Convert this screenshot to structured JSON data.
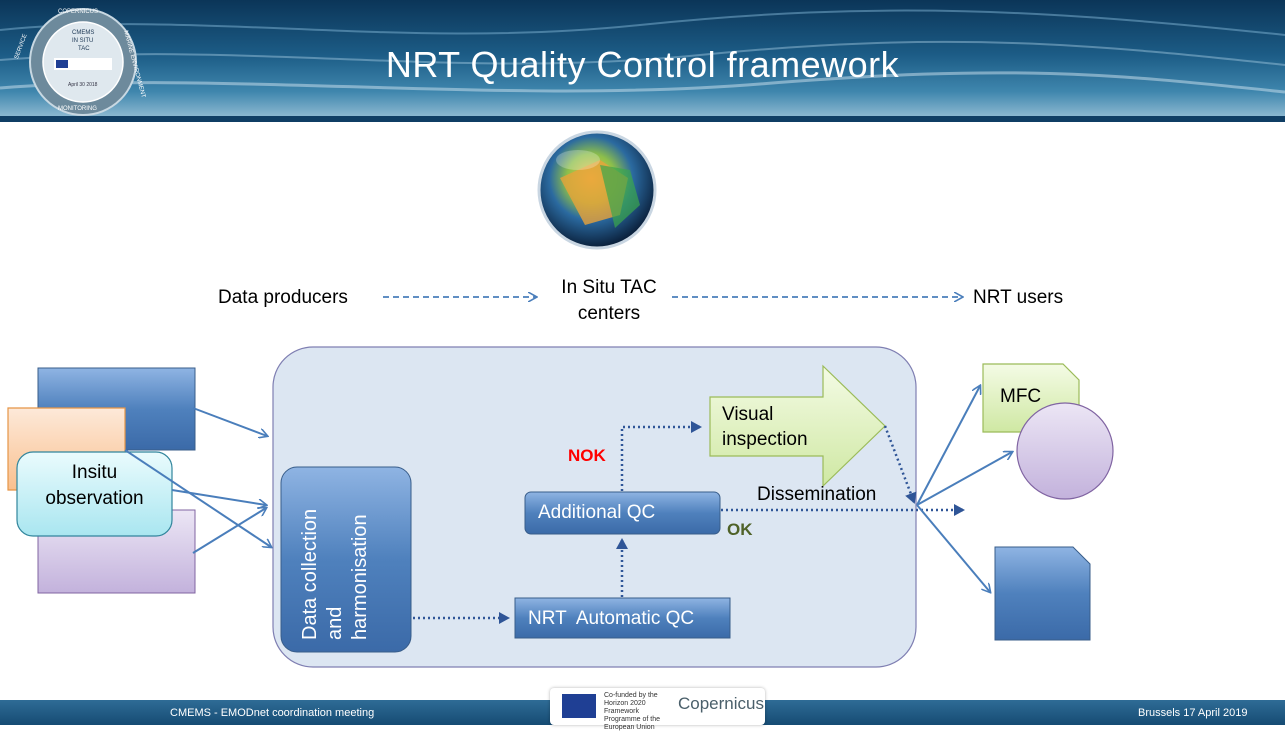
{
  "header": {
    "title": "NRT Quality Control  framework",
    "seal": {
      "ring_top": "COPERNICUS",
      "center_lines": [
        "CMEMS",
        "IN SITU",
        "TAC"
      ],
      "ring_left": "SERVICE",
      "ring_right": "MARINE ENVIRONMENT",
      "ring_bottom": "MONITORING",
      "date_note": "April 30 2018"
    }
  },
  "diagram": {
    "data_producers": "Data producers",
    "in_situ_tac": "In Situ TAC centers",
    "nrt_users": "NRT users",
    "insitu_observation": "Insitu observation",
    "data_collection": [
      "Data collection",
      "and",
      "harmonisation"
    ],
    "nrt_automatic_qc": "NRT  Automatic QC",
    "additional_qc": "Additional QC",
    "visual_inspection": "Visual inspection",
    "nok": "NOK",
    "ok": "OK",
    "dissemination": "Dissemination",
    "mfc": "MFC",
    "colors": {
      "nok": "#ff0000",
      "ok": "#4f6228",
      "arrow": "#4a7ebb",
      "blue_box": "#4a7ebb",
      "panel": "#dce6f2"
    }
  },
  "footer": {
    "left": "CMEMS - EMODnet coordination meeting",
    "right": "Brussels 17 April 2019",
    "cofunded": "Co-funded by the Horizon 2020 Framework Programme of the European Union",
    "copernicus": "Copernicus"
  }
}
